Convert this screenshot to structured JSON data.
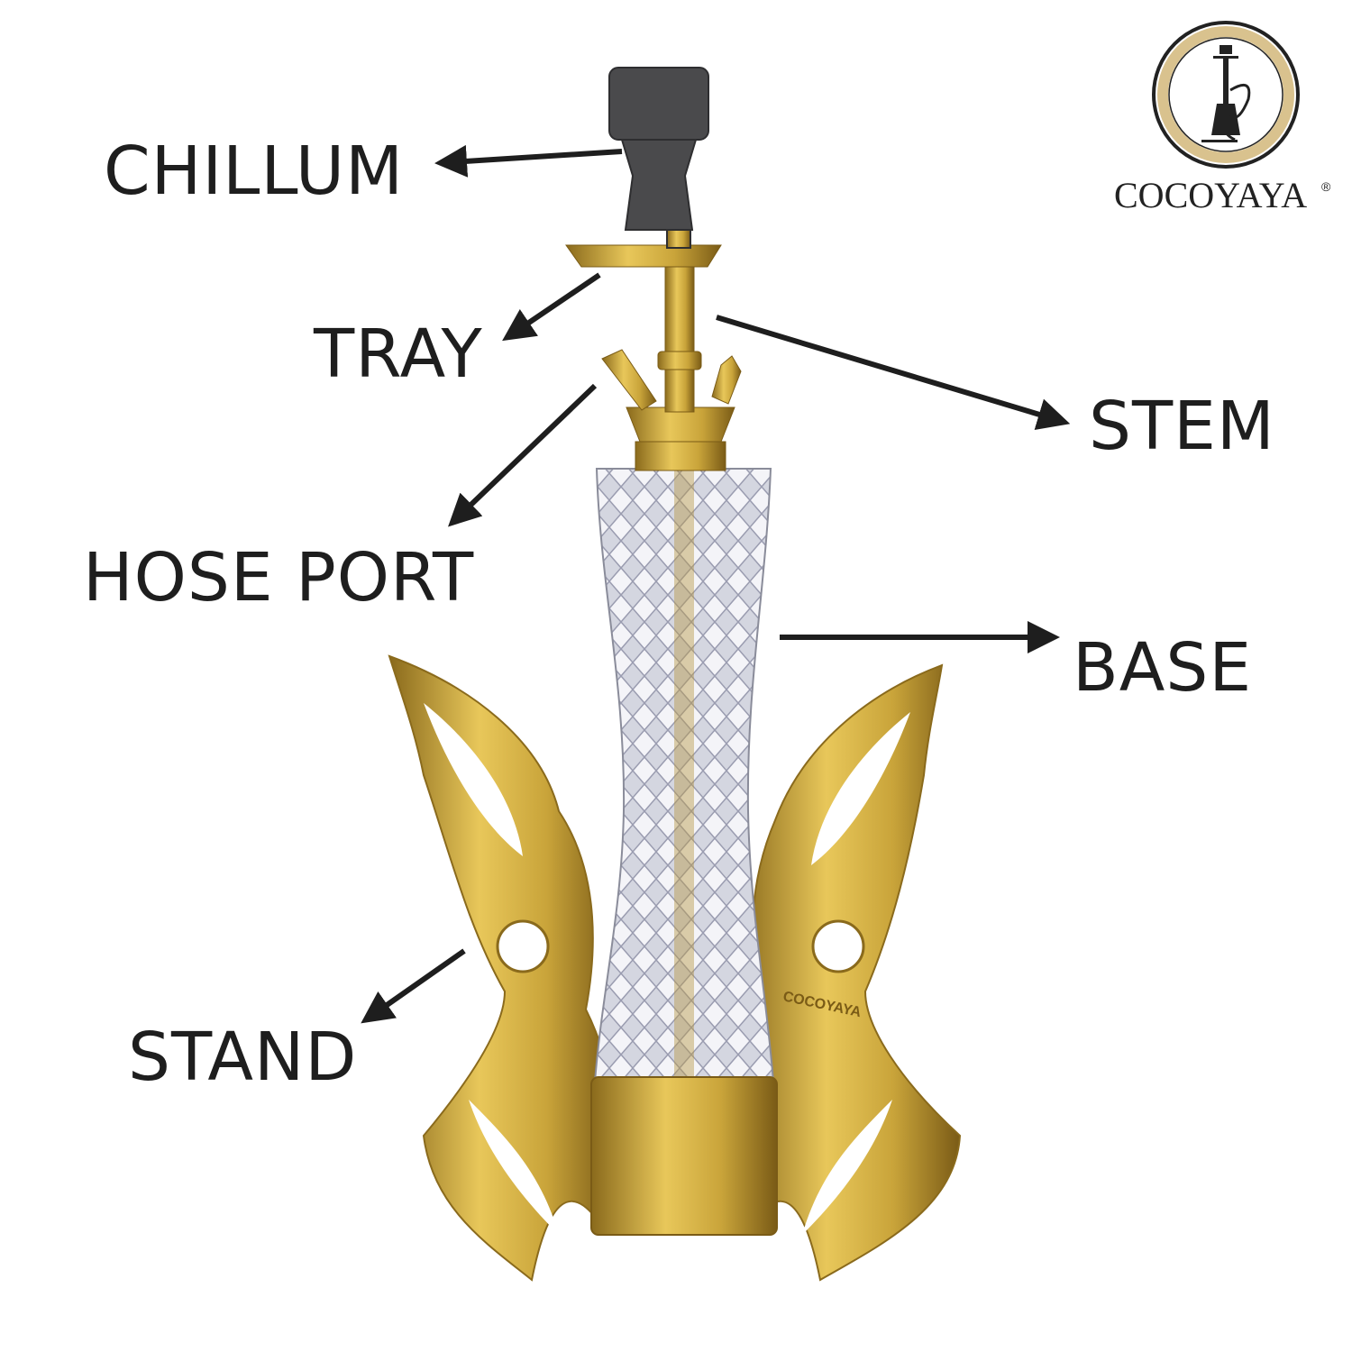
{
  "labels": {
    "chillum": "CHILLUM",
    "tray": "TRAY",
    "stem": "STEM",
    "hose_port": "HOSE PORT",
    "base": "BASE",
    "stand": "STAND"
  },
  "logo": {
    "brand": "COCOYAYA",
    "registered": "®"
  },
  "stand_engraving": "COCOYAYA",
  "colors": {
    "gold": "#c9a43a",
    "chillum": "#4a4a4c",
    "text": "#1e1e1e",
    "glass": "#c9ccd8"
  }
}
